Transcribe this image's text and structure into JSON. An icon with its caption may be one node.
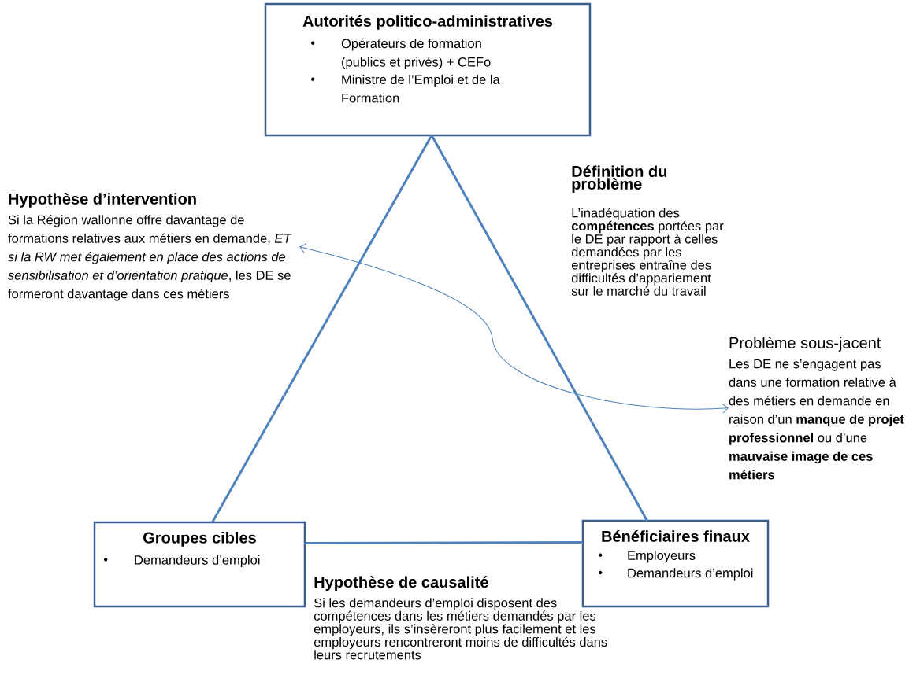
{
  "diagram": {
    "nodes": [
      {
        "text": [
          "Autorités politico-administratives",
          "Opérateurs de formation (publics et privés) + CEFo",
          "Ministre de l’Emploi et de la Formation"
        ]
      },
      {
        "text": [
          "Groupes cibles",
          "Demandeurs d’emploi"
        ]
      },
      {
        "text": [
          "Bénéficiaires finaux",
          "Employeurs",
          "Demandeurs d’emploi"
        ]
      },
      {
        "text": [
          "Hypothèse d’intervention",
          "Si la Région wallonne offre davantage de formations relatives aux métiers en demande, *ET si la RW met également en place des actions de sensibilisation et d’orientation pratique*, les DE se formeront davantage dans ces métiers"
        ]
      },
      {
        "text": [
          "Problème sous-jacent",
          "Les DE ne s’engagent pas dans une formation relative à des métiers en demande en raison d’un **manque de projet professionnel** ou d’une **mauvaise image de ces métiers**"
        ]
      }
    ],
    "edges": [
      {
        "from": 0,
        "to": 1,
        "arrow": "none"
      },
      {
        "from": 0,
        "to": 2,
        "arrow": "none"
      },
      {
        "from": 1,
        "to": 2,
        "arrow": "none"
      },
      {
        "from": 3,
        "to": 4,
        "arrow": "both"
      }
    ],
    "labels": [
      "Définition du problème",
      "L’inadéquation des **compétences** portées par le DE par rapport à celles demandées par les entreprises entraîne des difficultés d’appariement sur le marché du travail",
      "Hypothèse de causalité",
      "Si les demandeurs d’emploi disposent des compétences dans les métiers demandés par les employeurs, ils s’insèreront plus facilement et les employeurs rencontreront moins de difficultés dans leurs recrutements"
    ]
  }
}
